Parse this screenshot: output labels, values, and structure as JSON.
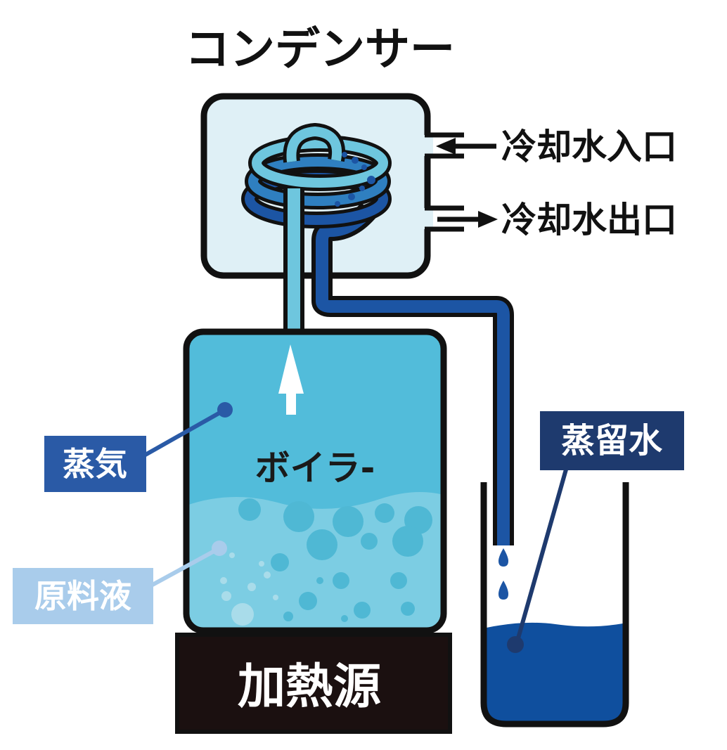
{
  "title": "コンデンサー",
  "labels": {
    "cooling_in": "冷却水入口",
    "cooling_out": "冷却水出口",
    "boiler": "ボイラ-",
    "steam": "蒸気",
    "raw_liquid": "原料液",
    "heat_source": "加熱源",
    "distilled_water": "蒸留水"
  },
  "colors": {
    "outline": "#111111",
    "condenser_fill": "#dff0f6",
    "steam_pipe": "#6ec6de",
    "condensate_pipe": "#1c55a4",
    "boiler_vapor": "#52bcda",
    "boiler_liquid": "#7ccde3",
    "bubble": "#4fb8d4",
    "distilled": "#0f4f9e",
    "heat_source": "#1b1010",
    "steam_tag": "#2a5aa6",
    "raw_tag": "#a9cceb",
    "distilled_tag": "#1e3a6e"
  }
}
